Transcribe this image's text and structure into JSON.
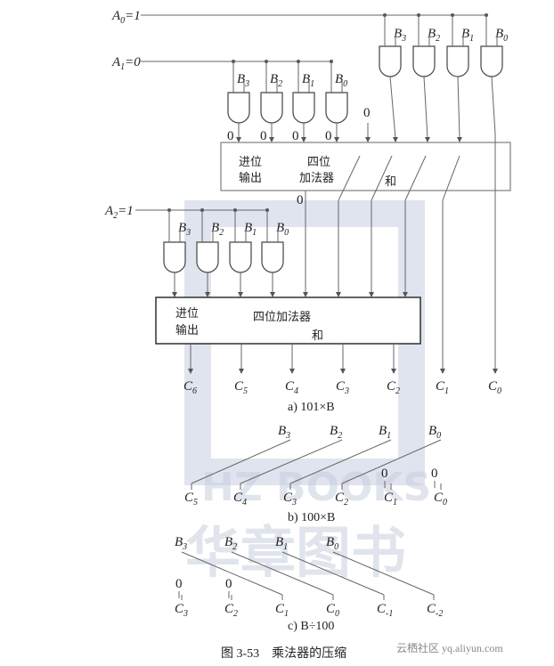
{
  "watermark": {
    "latin": "HZ BOOKS",
    "chinese": "华章图书"
  },
  "part_a": {
    "a0": "A0=1",
    "a1": "A1=0",
    "a2": "A2=1",
    "b_labels": [
      "B3",
      "B2",
      "B1",
      "B0"
    ],
    "zero": "0",
    "adder1": {
      "carry": "进位",
      "carry2": "输出",
      "name1": "四位",
      "name2": "加法器",
      "sum": "和"
    },
    "adder2": {
      "carry": "进位",
      "carry2": "输出",
      "name": "四位加法器",
      "sum": "和"
    },
    "outputs": [
      "C6",
      "C5",
      "C4",
      "C3",
      "C2",
      "C1",
      "C0"
    ],
    "caption": "a) 101×B"
  },
  "part_b": {
    "inputs": [
      "B3",
      "B2",
      "B1",
      "B0"
    ],
    "outputs": [
      "C5",
      "C4",
      "C3",
      "C2",
      "C1",
      "C0"
    ],
    "zero": "0",
    "caption": "b) 100×B"
  },
  "part_c": {
    "inputs": [
      "B3",
      "B2",
      "B1",
      "B0"
    ],
    "outputs": [
      "C3",
      "C2",
      "C1",
      "C0",
      "C-1",
      "C-2"
    ],
    "zero": "0",
    "caption": "c) B÷100"
  },
  "figure_caption": "图 3-53　乘法器的压缩",
  "site_watermark": "云栖社区 yq.aliyun.com"
}
